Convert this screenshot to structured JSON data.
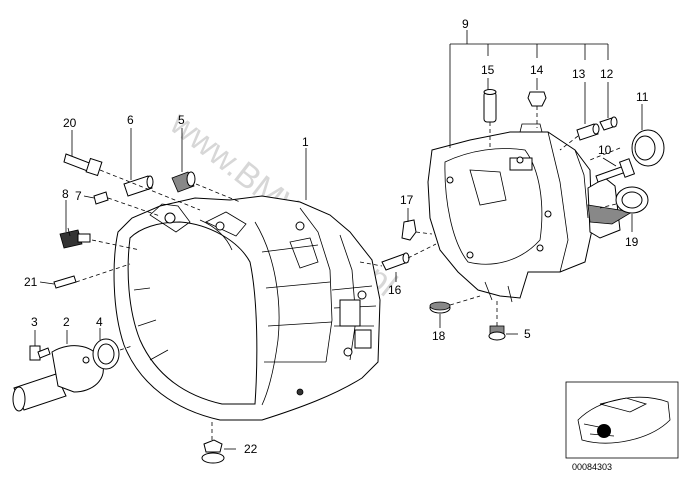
{
  "diagram": {
    "watermark": "www.BMWstore.pl",
    "inset_code": "00084303",
    "callouts": [
      "1",
      "2",
      "3",
      "4",
      "5",
      "6",
      "7",
      "8",
      "9",
      "10",
      "11",
      "12",
      "13",
      "14",
      "15",
      "16",
      "17",
      "18",
      "19",
      "20",
      "21",
      "22",
      "5"
    ]
  }
}
